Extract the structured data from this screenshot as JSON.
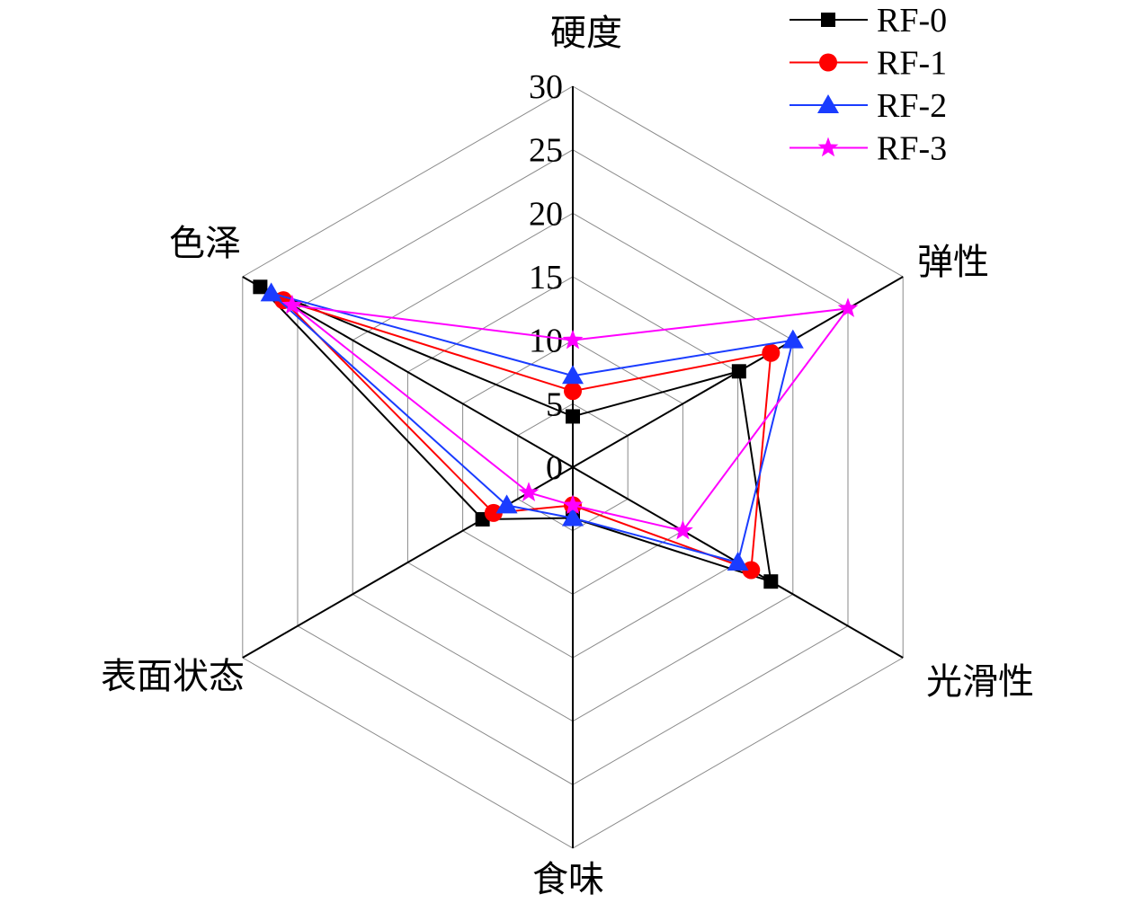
{
  "chart_data": {
    "type": "radar",
    "axes": [
      "硬度",
      "弹性",
      "光滑性",
      "食味",
      "表面状态",
      "色泽"
    ],
    "rlim": [
      0,
      30
    ],
    "ticks": [
      "0",
      "5",
      "10",
      "15",
      "20",
      "25",
      "30"
    ],
    "tick_values": [
      0,
      5,
      10,
      15,
      20,
      25,
      30
    ],
    "grid": true,
    "legend_position": "top-right",
    "series": [
      {
        "name": "RF-0",
        "color": "#000000",
        "marker": "square",
        "values": [
          4.0,
          15.1,
          18.0,
          4.0,
          8.2,
          28.4
        ]
      },
      {
        "name": "RF-1",
        "color": "#ff0000",
        "marker": "circle",
        "values": [
          6.0,
          18.0,
          16.2,
          3.0,
          7.2,
          26.3
        ]
      },
      {
        "name": "RF-2",
        "color": "#1a3cff",
        "marker": "triangle",
        "values": [
          7.2,
          20.0,
          15.0,
          4.0,
          6.0,
          27.4
        ]
      },
      {
        "name": "RF-3",
        "color": "#ff00ff",
        "marker": "star",
        "values": [
          10.0,
          25.0,
          10.0,
          3.0,
          4.0,
          25.5
        ]
      }
    ]
  }
}
